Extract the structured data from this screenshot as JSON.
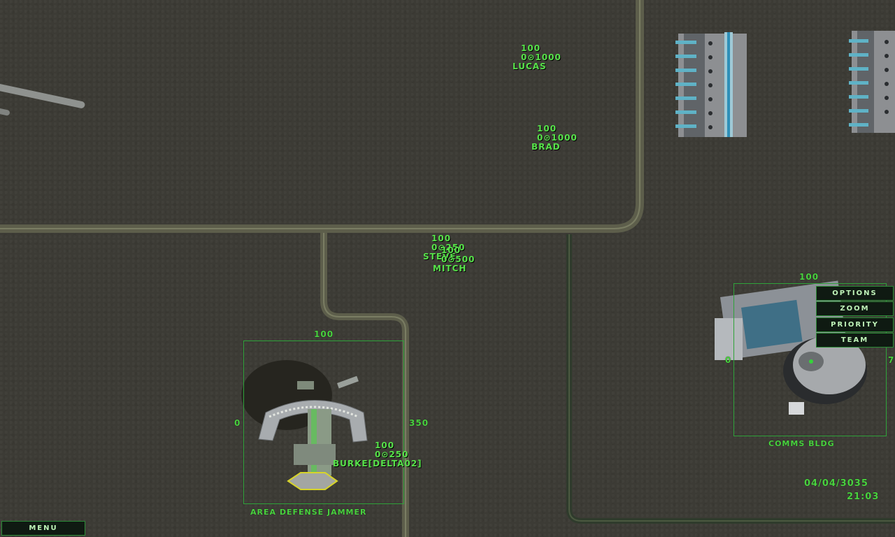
{
  "menu": {
    "label": "MENU"
  },
  "side_menu": {
    "options": "OPTIONS",
    "zoom": "ZOOM",
    "priority": "PRIORITY",
    "team": "TEAM"
  },
  "datetime": {
    "date": "04/04/3035",
    "time": "21:03"
  },
  "units": {
    "lucas": {
      "health": "100",
      "stats": "0⊙1000",
      "name": "LUCAS"
    },
    "brad": {
      "health": "100",
      "stats": "0⊙1000",
      "name": "BRAD"
    },
    "steve": {
      "health": "100",
      "stats": "0⊙250",
      "name": "STEVE"
    },
    "mitch": {
      "health": "100",
      "stats": "0⊙500",
      "name": "MITCH"
    },
    "burke": {
      "health": "100",
      "stats": "0⊙250",
      "name": "BURKE[DELTA02]"
    }
  },
  "buildings": {
    "jammer": {
      "label": "AREA DEFENSE JAMMER",
      "top": "100",
      "left": "0",
      "right": "350"
    },
    "comms": {
      "label": "COMMS BLDG",
      "top": "100",
      "left": "0",
      "right": "7"
    }
  },
  "colors": {
    "hud_green": "#49d23f",
    "ground": "#3c3b35",
    "road": "#656651"
  }
}
